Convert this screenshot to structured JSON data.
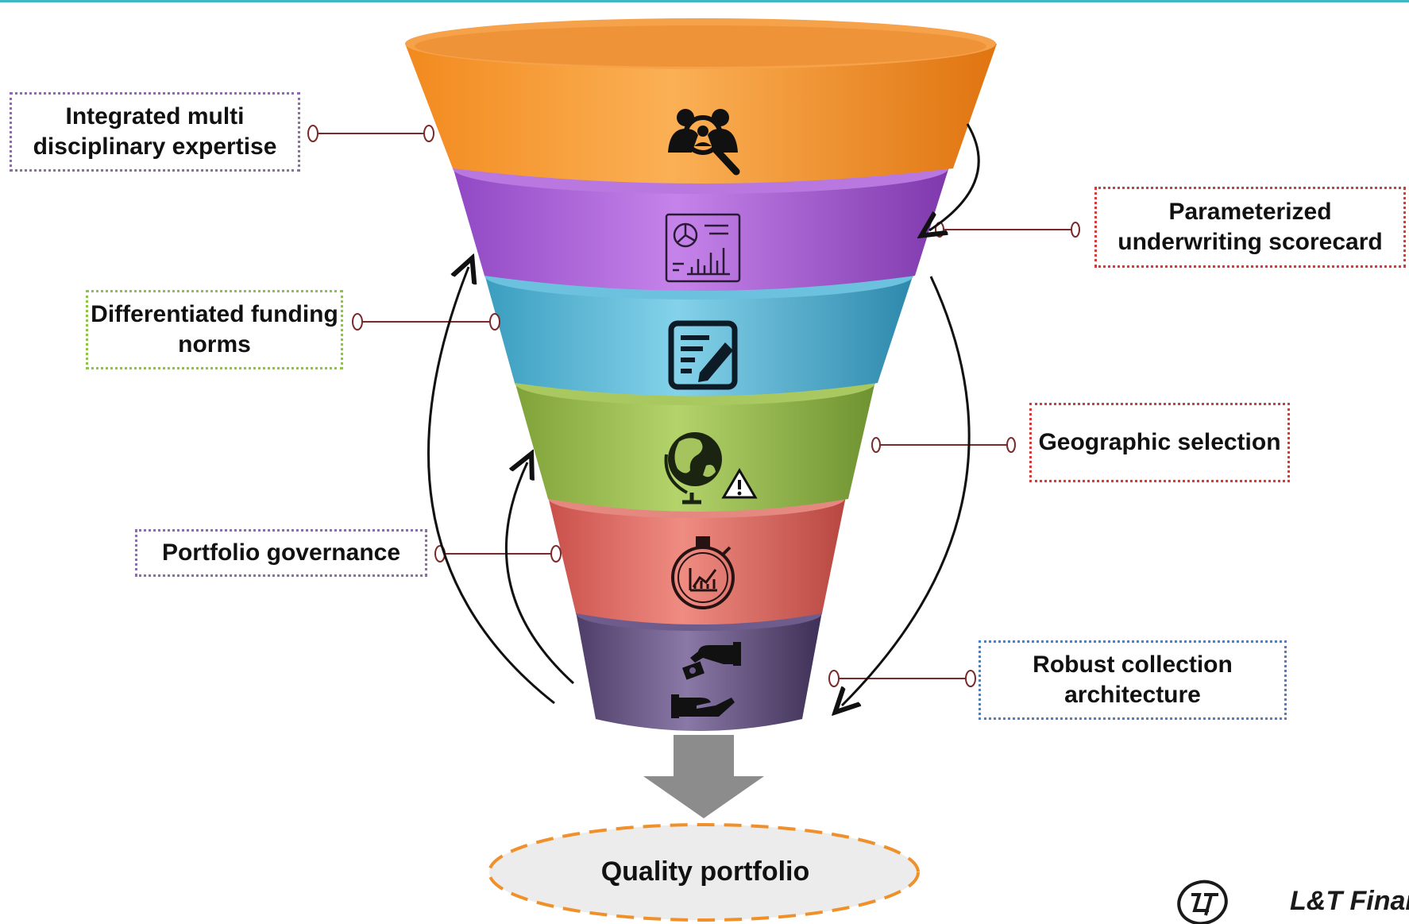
{
  "labels": {
    "integrated": "Integrated multi disciplinary expertise",
    "scorecard": "Parameterized underwriting scorecard",
    "funding": "Differentiated funding norms",
    "geographic": "Geographic selection",
    "governance": "Portfolio governance",
    "collection": "Robust collection architecture"
  },
  "outcome": "Quality portfolio",
  "logo": "L&T Financial",
  "layers": [
    {
      "name": "expertise",
      "color": "#f7922e",
      "icon": "people-search-icon"
    },
    {
      "name": "scorecard",
      "color": "#a85fd0",
      "icon": "scorecard-chart-icon"
    },
    {
      "name": "funding",
      "color": "#4fb3d2",
      "icon": "document-edit-icon"
    },
    {
      "name": "geographic",
      "color": "#93b447",
      "icon": "globe-warning-icon"
    },
    {
      "name": "governance",
      "color": "#d96a63",
      "icon": "stopwatch-chart-icon"
    },
    {
      "name": "collection",
      "color": "#5d4a78",
      "icon": "hand-money-icon"
    }
  ],
  "box_colors": {
    "integrated": "#8e6bb0",
    "scorecard": "#c9403e",
    "funding": "#8fc24d",
    "geographic": "#c9403e",
    "governance": "#8e6bb0",
    "collection": "#4a80c5"
  },
  "colors": {
    "connector": "#7a2a2a",
    "arrow": "#8c8c8c",
    "outcome_border": "#f0902a",
    "top_line": "#3fb8c4"
  }
}
